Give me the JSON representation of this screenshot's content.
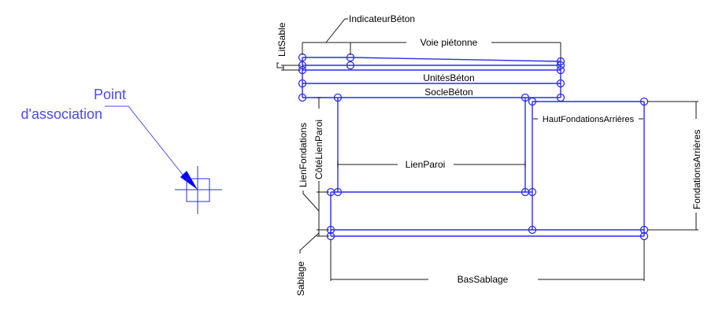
{
  "diagram": {
    "callout": {
      "line1": "Point",
      "line2": "d'association"
    },
    "labels": {
      "indicateur_beton": "IndicateurBéton",
      "voie_pietonne": "Voie piétonne",
      "lit_sable": "LitSable",
      "unites_beton": "UnitésBéton",
      "socle_beton": "SocleBéton",
      "lien_fondations": "LienFondations",
      "cote_lien_paroi": "CôtéLienParoi",
      "lien_paroi": "LienParoi",
      "haut_fondations_arrieres": "HautFondationsArrières",
      "fondations_arrieres": "FondationsArrières",
      "sablage": "Sablage",
      "bas_sablage": "BasSablage"
    },
    "colors": {
      "geometry": "#2b2bf0",
      "callout": "#4a4af0",
      "dimension": "#1a1a1a"
    }
  }
}
